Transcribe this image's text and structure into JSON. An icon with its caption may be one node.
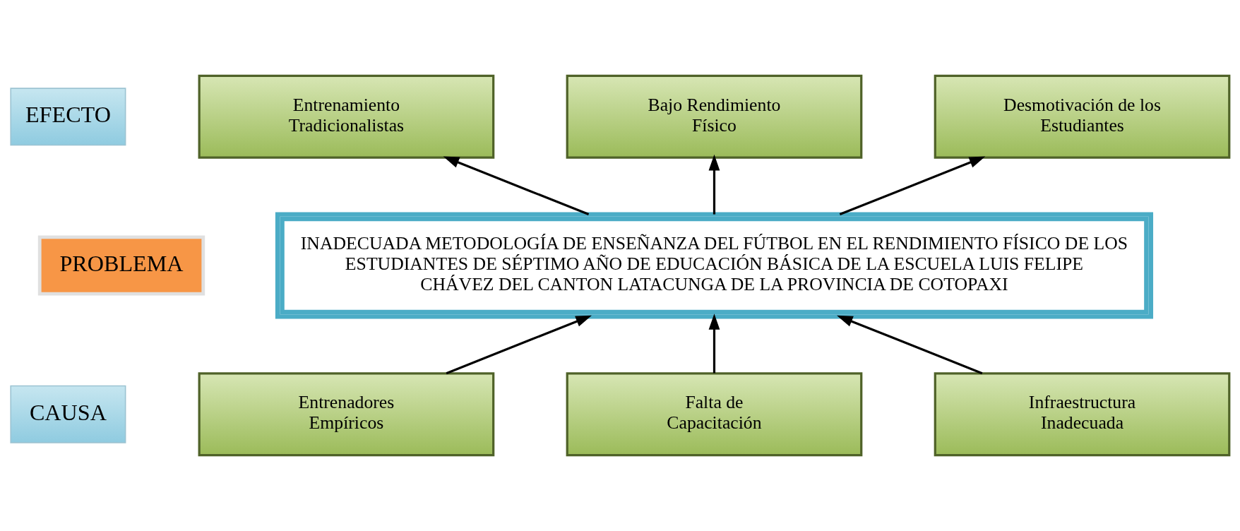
{
  "diagram": {
    "nodes": [
      {
        "text": [
          "EFECTO"
        ]
      },
      {
        "text": [
          "Entrenamiento Tradicionalistas"
        ]
      },
      {
        "text": [
          "Bajo Rendimiento Físico"
        ]
      },
      {
        "text": [
          "Desmotivación de los Estudiantes"
        ]
      },
      {
        "text": [
          "PROBLEMA"
        ]
      },
      {
        "text": [
          "INADECUADA METODOLOGÍA DE ENSEÑANZA DEL FÚTBOL EN EL RENDIMIENTO FÍSICO DE LOS ESTUDIANTES DE SÉPTIMO AÑO DE EDUCACIÓN BÁSICA DE LA ESCUELA LUIS FELIPE CHÁVEZ DEL CANTON LATACUNGA DE LA PROVINCIA DE COTOPAXI"
        ]
      },
      {
        "text": [
          "CAUSA"
        ]
      },
      {
        "text": [
          "Entrenadores Empíricos"
        ]
      },
      {
        "text": [
          "Falta de Capacitación"
        ]
      },
      {
        "text": [
          "Infraestructura Inadecuada"
        ]
      }
    ],
    "edges": [
      {
        "from": 5,
        "to": 1,
        "arrow": "to"
      },
      {
        "from": 5,
        "to": 2,
        "arrow": "to"
      },
      {
        "from": 5,
        "to": 3,
        "arrow": "to"
      },
      {
        "from": 7,
        "to": 5,
        "arrow": "to"
      },
      {
        "from": 8,
        "to": 5,
        "arrow": "to"
      },
      {
        "from": 9,
        "to": 5,
        "arrow": "to"
      }
    ]
  }
}
